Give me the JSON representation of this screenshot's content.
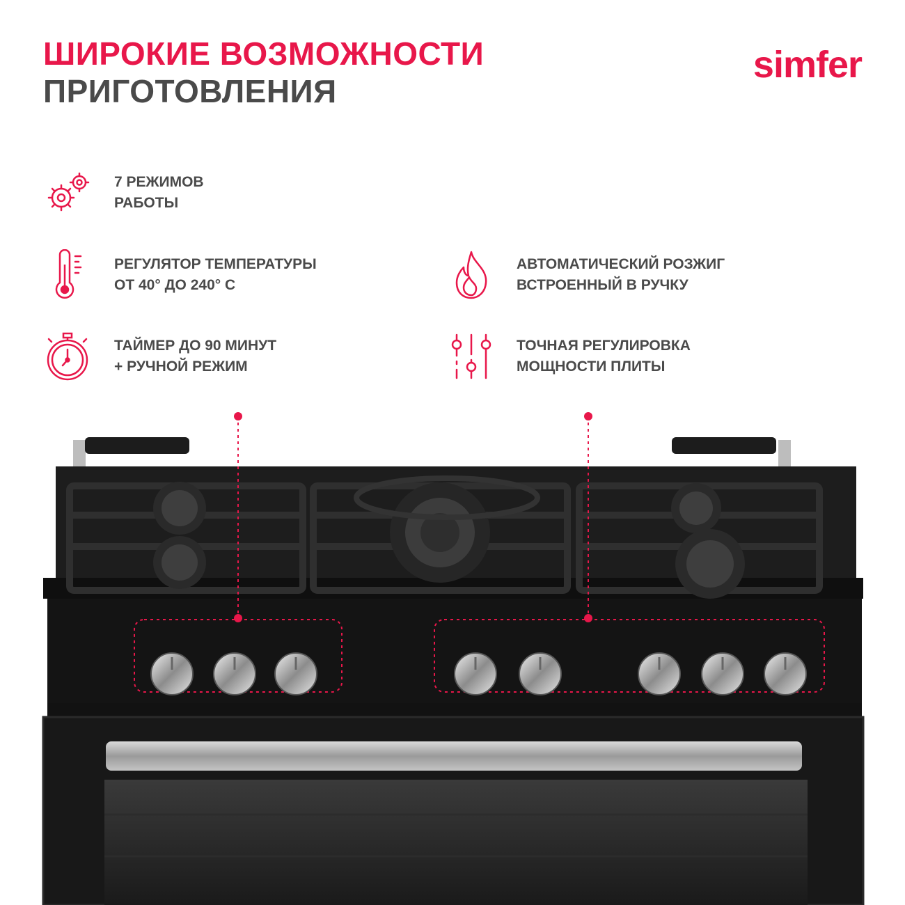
{
  "header": {
    "title_line1": "ШИРОКИЕ ВОЗМОЖНОСТИ",
    "title_line2": "ПРИГОТОВЛЕНИЯ",
    "brand": "simfer"
  },
  "features": [
    {
      "icon": "gears-icon",
      "line1": "7 РЕЖИМОВ",
      "line2": "РАБОТЫ"
    },
    {
      "icon": "thermometer-icon",
      "line1": "РЕГУЛЯТОР ТЕМПЕРАТУРЫ",
      "line2": "ОТ 40° ДО 240° С"
    },
    {
      "icon": "stopwatch-icon",
      "line1": "ТАЙМЕР ДО 90 МИНУТ",
      "line2": "+ РУЧНОЙ РЕЖИМ"
    },
    {
      "icon": "flame-icon",
      "line1": "АВТОМАТИЧЕСКИЙ РОЗЖИГ",
      "line2": "ВСТРОЕННЫЙ В РУЧКУ"
    },
    {
      "icon": "sliders-icon",
      "line1": "ТОЧНАЯ РЕГУЛИРОВКА",
      "line2": "МОЩНОСТИ ПЛИТЫ"
    }
  ],
  "colors": {
    "accent": "#e8174a",
    "text": "#4a4a4a",
    "stove": "#141414"
  }
}
